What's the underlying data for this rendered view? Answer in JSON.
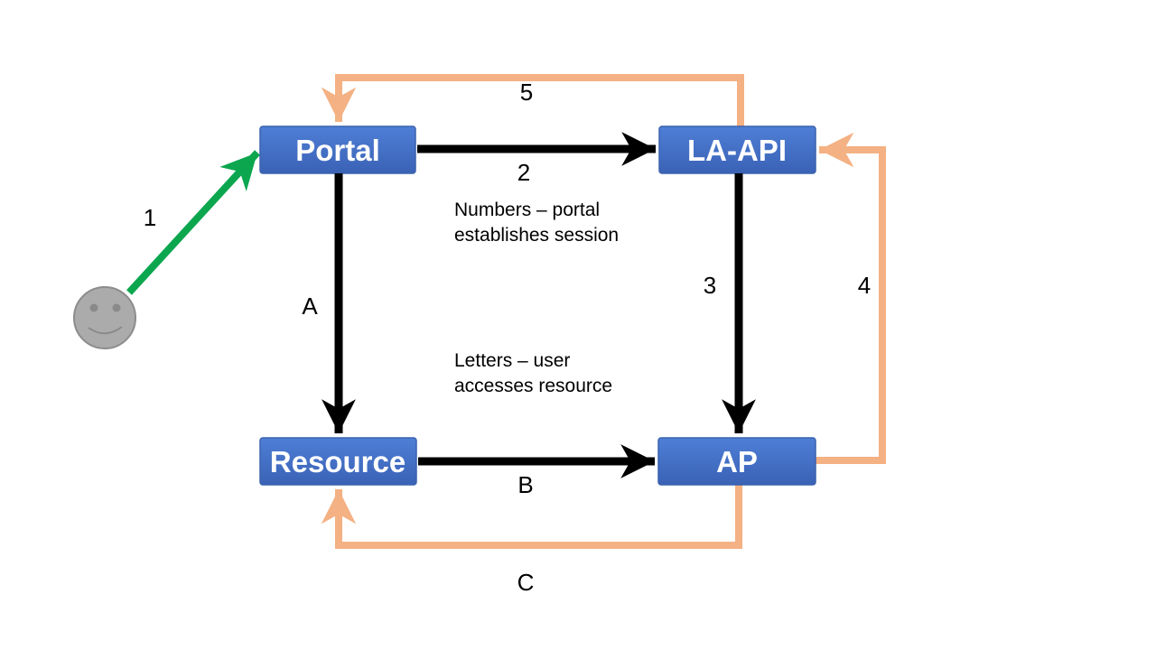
{
  "diagram": {
    "title_hint": "Portal session / resource access flow",
    "nodes": {
      "portal": {
        "label": "Portal"
      },
      "la_api": {
        "label": "LA-API"
      },
      "resource": {
        "label": "Resource"
      },
      "ap": {
        "label": "AP"
      }
    },
    "edge_labels": {
      "n1": "1",
      "n2": "2",
      "n3": "3",
      "n4": "4",
      "n5": "5",
      "lA": "A",
      "lB": "B",
      "lC": "C"
    },
    "annotations": {
      "numbers_line1": "Numbers – portal",
      "numbers_line2": "establishes session",
      "letters_line1": "Letters – user",
      "letters_line2": "accesses resource"
    },
    "colors": {
      "node_fill_top": "#4E7FD6",
      "node_fill_bottom": "#3A62B5",
      "node_border": "#3A62AE",
      "session_arrow_orange": "#F4B183",
      "user_arrow_black": "#000000",
      "start_arrow_green": "#0CA64F",
      "actor_fill": "#ABABAB",
      "actor_stroke": "#8C8C8C",
      "actor_features": "#8A8A8A"
    }
  }
}
